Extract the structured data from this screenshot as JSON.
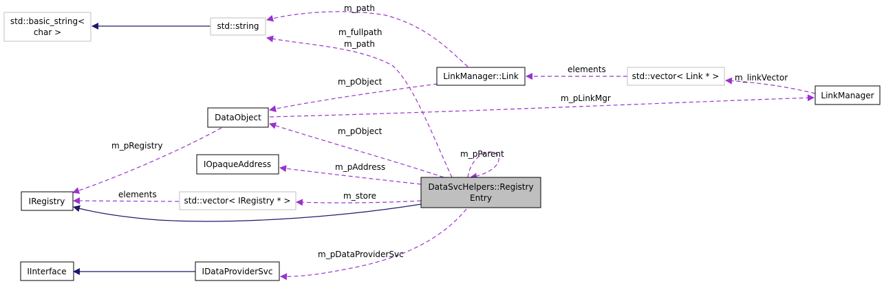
{
  "colors": {
    "inheritance_edge": "#191970",
    "usage_edge": "#9a32cd",
    "node_border_documented": "#000000",
    "node_border_undocumented": "#bfbfbf",
    "highlight_fill": "#bfbfbf"
  },
  "nodes": {
    "basic_string": {
      "line1": "std::basic_string<",
      "line2": "char >"
    },
    "std_string": {
      "label": "std::string"
    },
    "link": {
      "label": "LinkManager::Link"
    },
    "vector_link": {
      "label": "std::vector< Link * >"
    },
    "link_manager": {
      "label": "LinkManager"
    },
    "data_object": {
      "label": "DataObject"
    },
    "opaque_address": {
      "label": "IOpaqueAddress"
    },
    "registry_entry": {
      "line1": "DataSvcHelpers::Registry",
      "line2": "Entry"
    },
    "iregistry": {
      "label": "IRegistry"
    },
    "vector_iregistry": {
      "label": "std::vector< IRegistry * >"
    },
    "iinterface": {
      "label": "IInterface"
    },
    "data_provider_svc": {
      "label": "IDataProviderSvc"
    }
  },
  "edges": {
    "m_path_top": "m_path",
    "m_fullpath": "m_fullpath",
    "m_path_mid": "m_path",
    "elements_link": "elements",
    "m_linkVector": "m_linkVector",
    "m_pObject_link": "m_pObject",
    "m_pLinkMgr": "m_pLinkMgr",
    "m_pRegistry": "m_pRegistry",
    "m_pObject_entry": "m_pObject",
    "m_pParent": "m_pParent",
    "m_pAddress": "m_pAddress",
    "elements_registry": "elements",
    "m_store": "m_store",
    "m_pDataProviderSvc": "m_pDataProviderSvc"
  }
}
